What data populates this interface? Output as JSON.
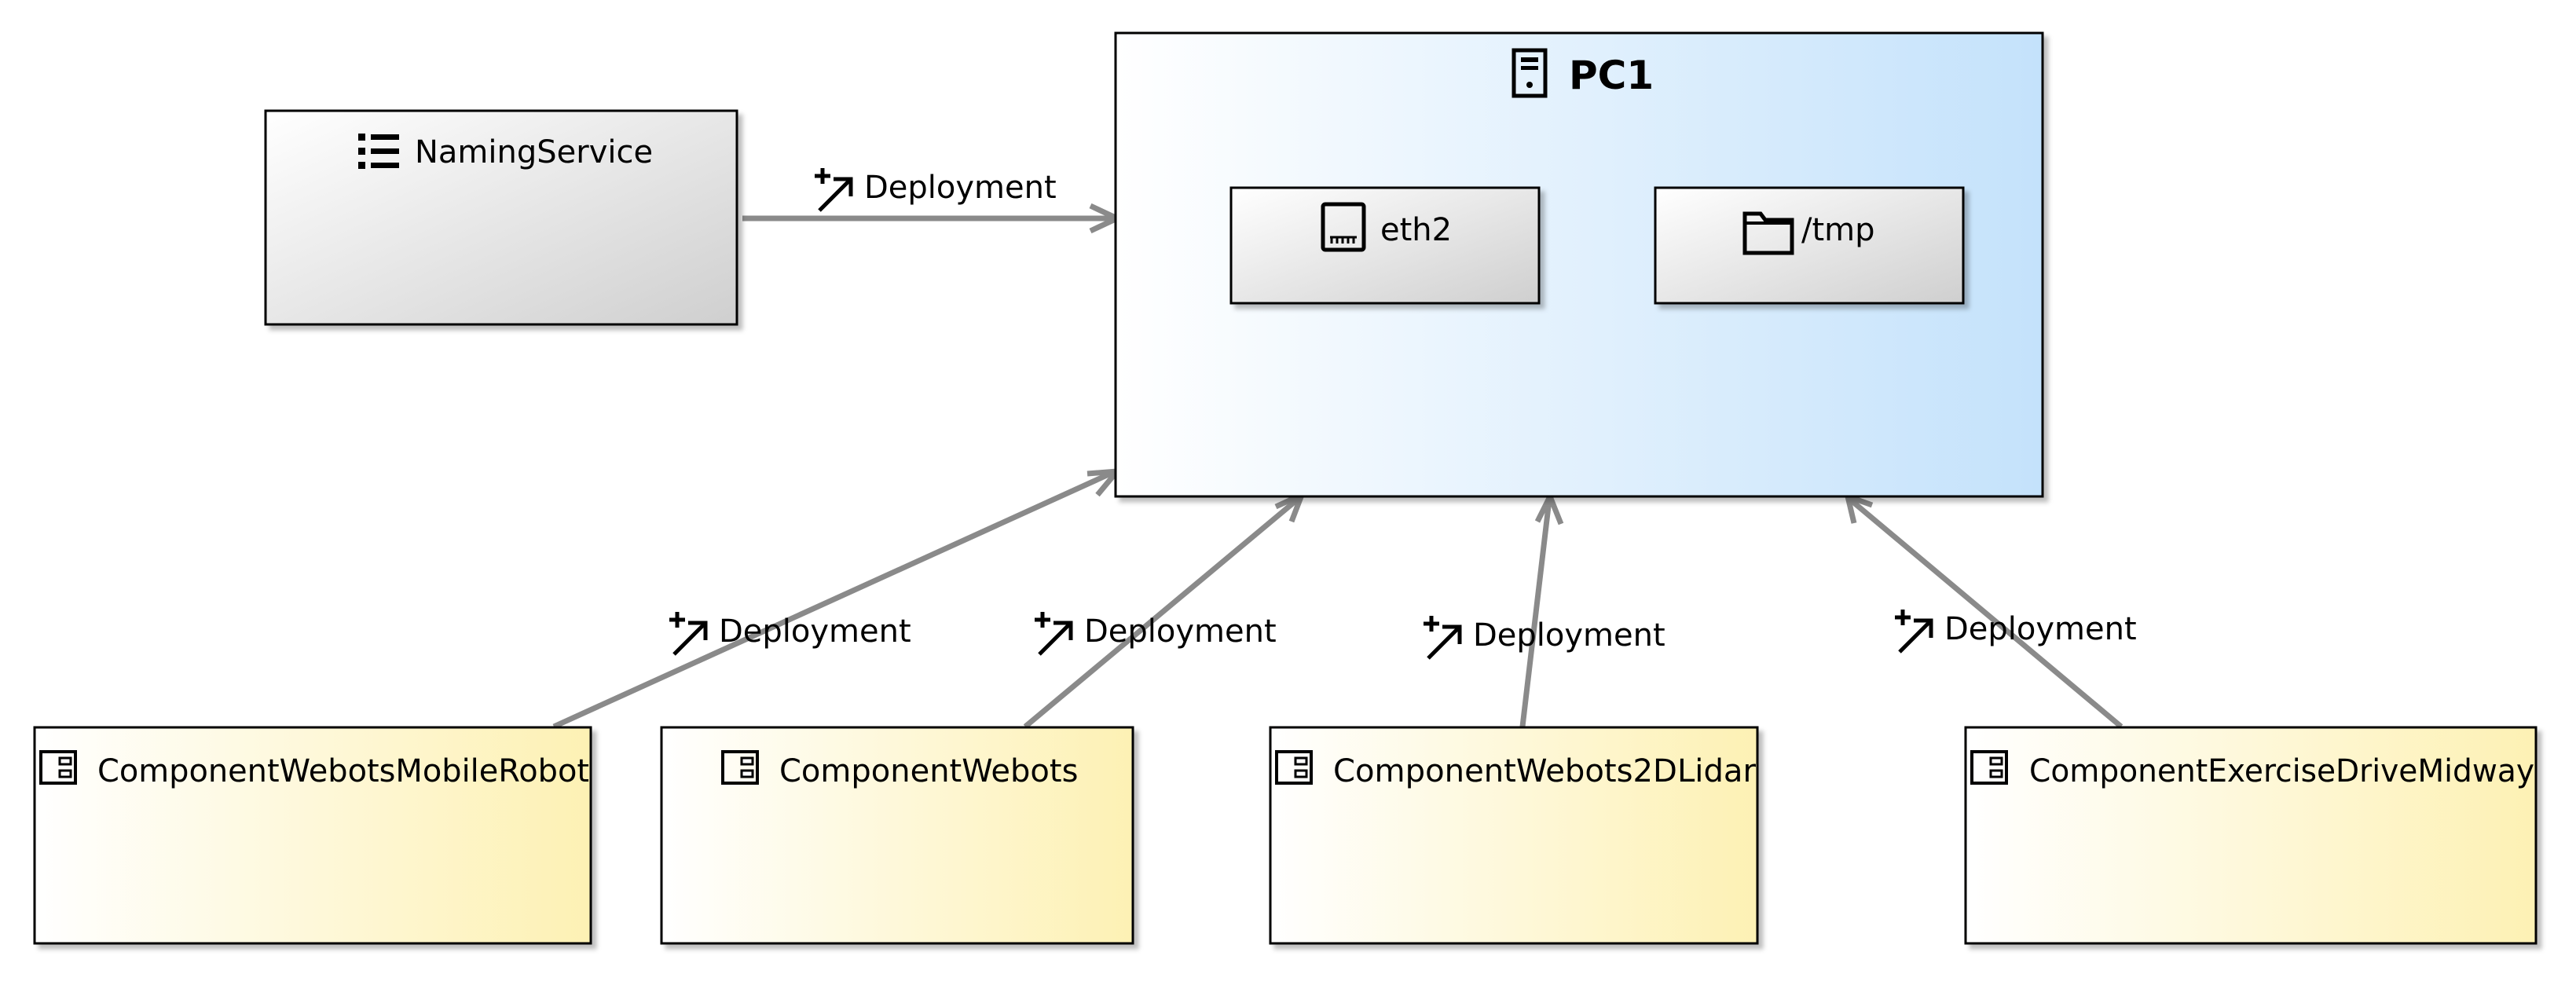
{
  "nodes": {
    "naming_service": {
      "label": "NamingService",
      "icon": "list-icon"
    },
    "pc1": {
      "label": "PC1",
      "icon": "computer-tower-icon"
    },
    "eth2": {
      "label": "eth2",
      "icon": "network-port-icon"
    },
    "tmp": {
      "label": "/tmp",
      "icon": "folder-icon"
    },
    "comp_mobile_robot": {
      "label": "ComponentWebotsMobileRobot",
      "icon": "component-icon"
    },
    "comp_webots": {
      "label": "ComponentWebots",
      "icon": "component-icon"
    },
    "comp_2dlidar": {
      "label": "ComponentWebots2DLidar",
      "icon": "component-icon"
    },
    "comp_drive_midway": {
      "label": "ComponentExerciseDriveMidway",
      "icon": "component-icon"
    }
  },
  "edges": [
    {
      "from": "NamingService",
      "to": "PC1",
      "label": "Deployment",
      "icon": "deployment-icon"
    },
    {
      "from": "ComponentWebotsMobileRobot",
      "to": "PC1",
      "label": "Deployment",
      "icon": "deployment-icon"
    },
    {
      "from": "ComponentWebots",
      "to": "PC1",
      "label": "Deployment",
      "icon": "deployment-icon"
    },
    {
      "from": "ComponentWebots2DLidar",
      "to": "PC1",
      "label": "Deployment",
      "icon": "deployment-icon"
    },
    {
      "from": "ComponentExerciseDriveMidway",
      "to": "PC1",
      "label": "Deployment",
      "icon": "deployment-icon"
    }
  ],
  "colors": {
    "grey_gradient_start": "#ffffff",
    "grey_gradient_end": "#cfcfcf",
    "blue_gradient_start": "#ffffff",
    "blue_gradient_end": "#c4e2fb",
    "yellow_gradient_start": "#ffffff",
    "yellow_gradient_end": "#fdf1b4",
    "edge": "#8a8a8a"
  }
}
